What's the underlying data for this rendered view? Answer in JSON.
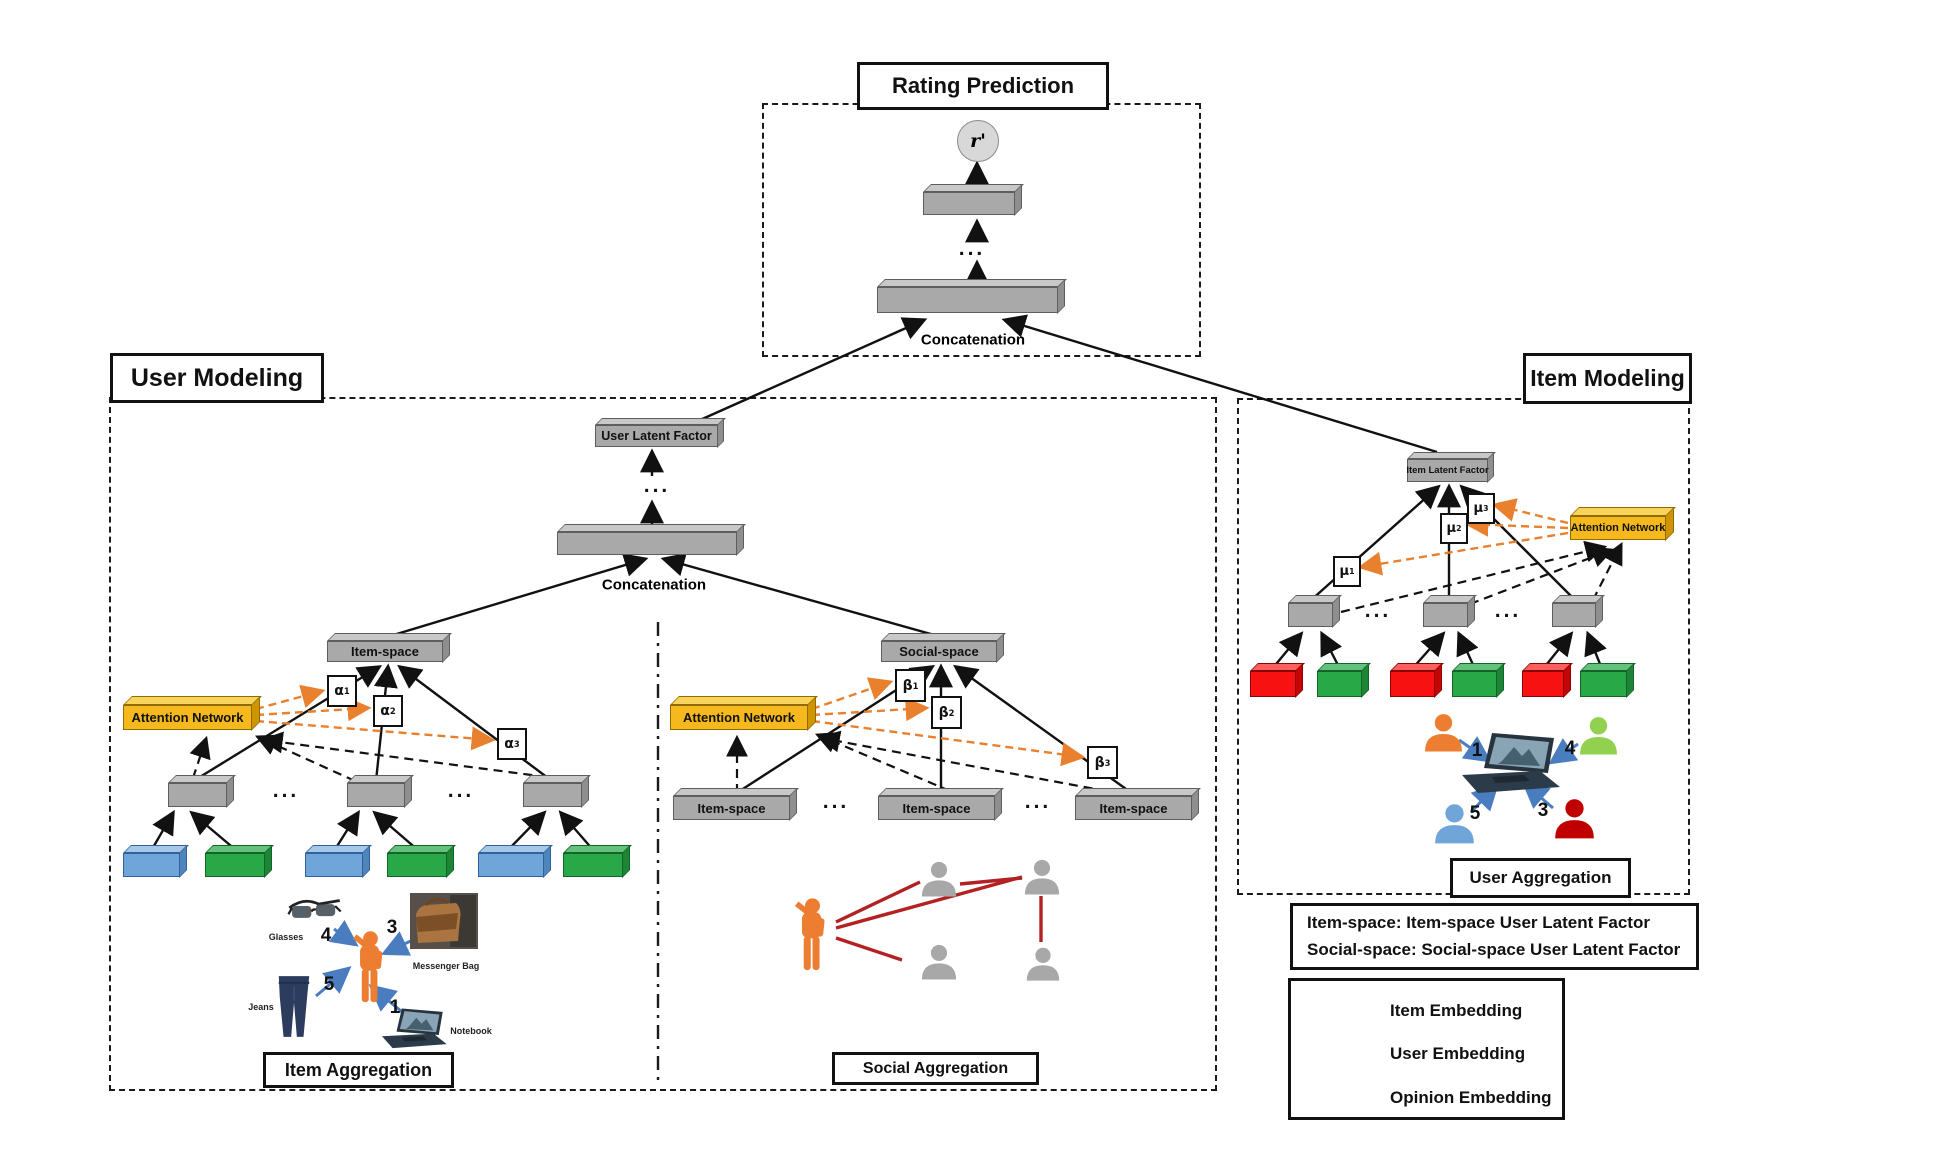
{
  "glyphs": {
    "dots": "...",
    "r_prime": "r'"
  },
  "rating": {
    "title": "Rating Prediction",
    "concat": "Concatenation"
  },
  "user": {
    "title": "User Modeling",
    "latent": "User Latent Factor",
    "concat": "Concatenation",
    "item_space": "Item-space",
    "social_space": "Social-space",
    "attention": "Attention Network"
  },
  "greek": {
    "alpha": "α",
    "beta": "β",
    "mu": "μ",
    "s1": "1",
    "s2": "2",
    "s3": "3"
  },
  "item_agg": {
    "title": "Item Aggregation",
    "items": [
      {
        "name": "Glasses",
        "rating": "4"
      },
      {
        "name": "Messenger Bag",
        "rating": "3"
      },
      {
        "name": "Jeans",
        "rating": "5"
      },
      {
        "name": "Notebook",
        "rating": "1"
      }
    ]
  },
  "social_agg": {
    "title": "Social Aggregation"
  },
  "item": {
    "title": "Item Modeling",
    "latent": "Item Latent Factor",
    "attention": "Attention Network",
    "user_agg_title": "User Aggregation",
    "ratings": [
      "1",
      "4",
      "5",
      "3"
    ]
  },
  "notes": {
    "line1": "Item-space:  Item-space User Latent Factor",
    "line2": "Social-space: Social-space User Latent Factor"
  },
  "legend": {
    "items": [
      {
        "label": "Item Embedding",
        "color": "#6fa5d8"
      },
      {
        "label": "User Embedding",
        "color": "#f71111"
      },
      {
        "label": "Opinion Embedding",
        "color": "#29a847"
      }
    ]
  }
}
